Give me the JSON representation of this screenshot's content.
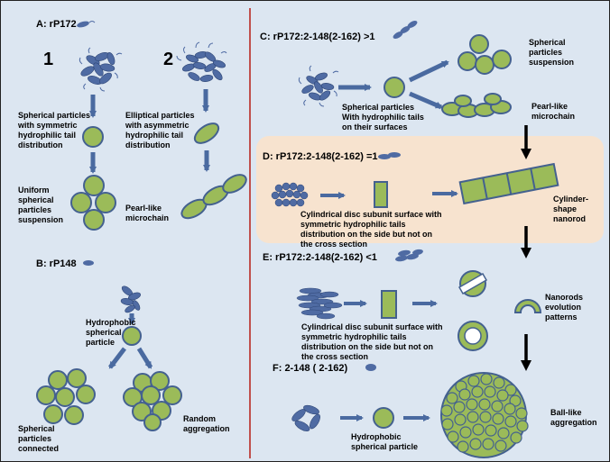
{
  "panelA": {
    "title": "A:  rP172",
    "col1_number": "1",
    "col2_number": "2",
    "col1_desc": "Spherical particles with symmetric hydrophilic tail distribution",
    "col1_result": "Uniform spherical particles suspension",
    "col2_desc": "Elliptical particles with asymmetric hydrophilic tail distribution",
    "col2_result": "Pearl-like microchain"
  },
  "panelB": {
    "title": "B:  rP148",
    "center_label": "Hydrophobic spherical particle",
    "left_result": "Spherical particles connected",
    "right_result": "Random aggregation"
  },
  "panelC": {
    "title": "C:  rP172:2-148(2-162) >1",
    "left_label": "Spherical particles With hydrophilic tails on their surfaces",
    "top_result": "Spherical particles suspension",
    "bottom_result": "Pearl-like microchain"
  },
  "panelD": {
    "title": "D:  rP172:2-148(2-162) =1",
    "desc": "Cylindrical disc subunit surface with symmetric hydrophilic tails distribution on the side but not on the cross section",
    "result": "Cylinder-shape nanorod"
  },
  "panelE": {
    "title": "E:  rP172:2-148(2-162) <1",
    "desc": "Cylindrical disc subunit surface with symmetric hydrophilic tails distribution on the side but not on the cross section",
    "result": "Nanorods evolution patterns"
  },
  "panelF": {
    "title": "F:  2-148 ( 2-162)",
    "center_label": "Hydrophobic spherical particle",
    "result": "Ball-like aggregation"
  },
  "colors": {
    "background": "#dce6f1",
    "particle_fill": "#9bbb59",
    "particle_stroke": "#44618f",
    "blue_particle": "#4f6ba3",
    "arrow": "#4a6aa0",
    "panelD_bg": "#f7e3cf",
    "divider": "#c0504d"
  }
}
